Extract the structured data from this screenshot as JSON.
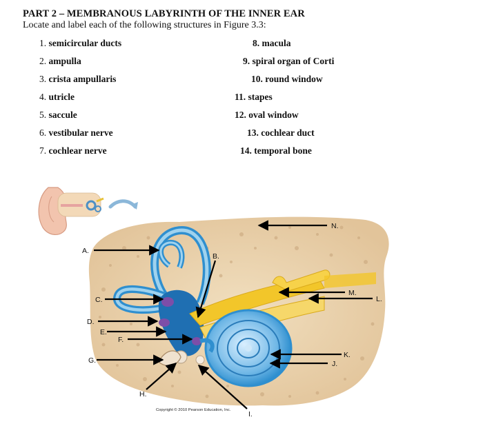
{
  "header": {
    "title": "PART 2 – MEMBRANOUS LABYRINTH OF THE INNER EAR",
    "instruction": "Locate and label each of the following structures in Figure 3.3:"
  },
  "structures": [
    {
      "num": "1.",
      "name": "semicircular ducts"
    },
    {
      "num": "2.",
      "name": "ampulla"
    },
    {
      "num": "3.",
      "name": "crista ampullaris"
    },
    {
      "num": "4.",
      "name": "utricle"
    },
    {
      "num": "5.",
      "name": "saccule"
    },
    {
      "num": "6.",
      "name": "vestibular nerve"
    },
    {
      "num": "7.",
      "name": "cochlear nerve"
    },
    {
      "num": "8.",
      "name": "macula"
    },
    {
      "num": "9.",
      "name": "spiral organ of Corti"
    },
    {
      "num": "10.",
      "name": "round window"
    },
    {
      "num": "11.",
      "name": "stapes"
    },
    {
      "num": "12.",
      "name": "oval window"
    },
    {
      "num": "13.",
      "name": "cochlear duct"
    },
    {
      "num": "14.",
      "name": "temporal bone"
    }
  ],
  "figure": {
    "labels": [
      "A.",
      "B.",
      "C.",
      "D.",
      "E.",
      "F.",
      "G.",
      "H.",
      "I.",
      "J.",
      "K.",
      "L.",
      "M.",
      "N."
    ],
    "copyright": "Copyright © 2010 Pearson Education, Inc."
  },
  "colors": {
    "bone": "#e7cfa9",
    "bone_speckle": "#c7a47a",
    "labyrinth_outer": "#2f8fcf",
    "labyrinth_inner": "#9fd2ee",
    "vestibule": "#1f6fb2",
    "nerve": "#f2c62a",
    "purple": "#7d4ea8",
    "arrow": "#000000"
  }
}
